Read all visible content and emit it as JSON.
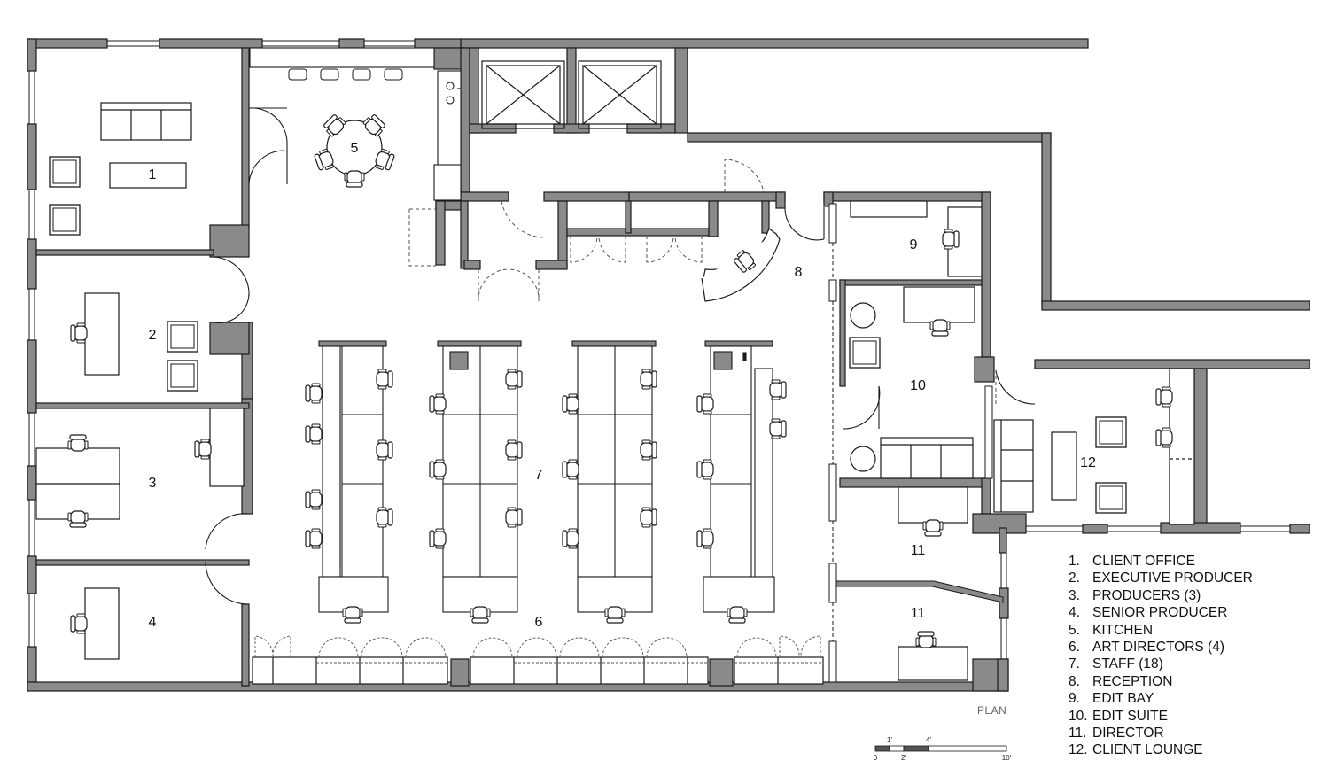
{
  "rooms": [
    {
      "number": "1",
      "name": "CLIENT OFFICE"
    },
    {
      "number": "2",
      "name": "EXECUTIVE PRODUCER"
    },
    {
      "number": "3",
      "name": "PRODUCERS (3)"
    },
    {
      "number": "4",
      "name": "SENIOR PRODUCER"
    },
    {
      "number": "5",
      "name": "KITCHEN"
    },
    {
      "number": "6",
      "name": "ART DIRECTORS (4)"
    },
    {
      "number": "7",
      "name": "STAFF (18)"
    },
    {
      "number": "8",
      "name": "RECEPTION"
    },
    {
      "number": "9",
      "name": "EDIT BAY"
    },
    {
      "number": "10",
      "name": "EDIT SUITE"
    },
    {
      "number": "11",
      "name": "DIRECTOR"
    },
    {
      "number": "12",
      "name": "CLIENT LOUNGE"
    }
  ],
  "legend": [
    {
      "num": "1.",
      "name": "CLIENT OFFICE"
    },
    {
      "num": "2.",
      "name": "EXECUTIVE PRODUCER"
    },
    {
      "num": "3.",
      "name": "PRODUCERS (3)"
    },
    {
      "num": "4.",
      "name": "SENIOR PRODUCER"
    },
    {
      "num": "5.",
      "name": "KITCHEN"
    },
    {
      "num": "6.",
      "name": "ART DIRECTORS (4)"
    },
    {
      "num": "7.",
      "name": "STAFF (18)"
    },
    {
      "num": "8.",
      "name": "RECEPTION"
    },
    {
      "num": "9.",
      "name": "EDIT BAY"
    },
    {
      "num": "10.",
      "name": "EDIT SUITE"
    },
    {
      "num": "11.",
      "name": "DIRECTOR"
    },
    {
      "num": "12.",
      "name": "CLIENT LOUNGE"
    }
  ],
  "plan_tag": "PLAN",
  "scale_bar": {
    "top_labels": [
      "1'",
      "4'"
    ],
    "bottom_labels": [
      "0",
      "2'",
      "10'"
    ]
  },
  "colors": {
    "wall_fill": "#8a8a8a",
    "wall_stroke": "#1a1a1a",
    "line": "#1a1a1a",
    "dashed": "#555555"
  }
}
